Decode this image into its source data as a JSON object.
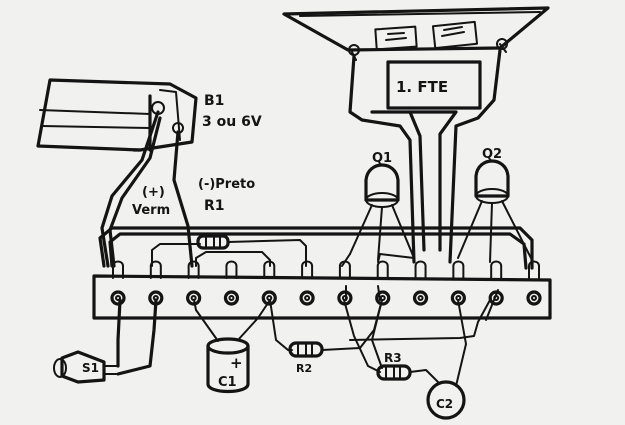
{
  "labels": {
    "b1": "B1",
    "b1_voltage": "3 ou 6V",
    "plus": "(+)",
    "plus_color": "Verm",
    "minus_color": "(-)Preto",
    "r1": "R1",
    "q1": "Q1",
    "q2": "Q2",
    "speaker": "1. FTE",
    "s1": "S1",
    "c1": "C1",
    "c1_polarity": "+",
    "r2": "R2",
    "r3": "R3",
    "c2": "C2"
  },
  "colors": {
    "ink": "#141414",
    "paper": "#f1f1ef"
  },
  "terminal_strip": {
    "lug_count": 12
  }
}
